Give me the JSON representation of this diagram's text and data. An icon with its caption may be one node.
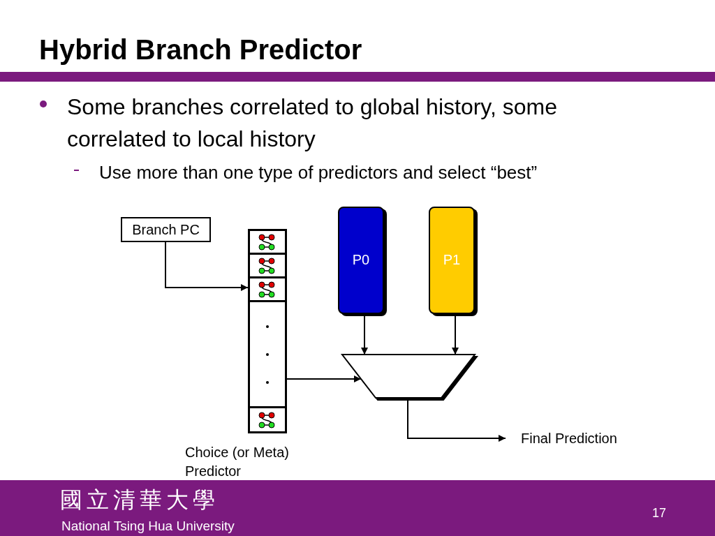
{
  "diagram": {
    "title": "Hybrid Branch Predictor",
    "nodes": [
      {
        "text": [
          "Branch PC"
        ]
      },
      {
        "text": [],
        "shape": "box",
        "beside": [
          "Choice (or Meta) Predictor"
        ]
      },
      {
        "text": [
          "P0"
        ]
      },
      {
        "text": [
          "P1"
        ]
      },
      {
        "text": [],
        "shape": "trapezoid"
      },
      {
        "text": [
          "Final Prediction"
        ]
      }
    ],
    "edges": [
      {
        "from": 0,
        "to": 1,
        "arrow": "to"
      },
      {
        "from": 1,
        "to": 4,
        "arrow": "to"
      },
      {
        "from": 2,
        "to": 4,
        "arrow": "to"
      },
      {
        "from": 3,
        "to": 4,
        "arrow": "to"
      },
      {
        "from": 4,
        "to": 5,
        "arrow": "to"
      }
    ],
    "labels": [
      "Some branches correlated to global history, some correlated to local history",
      "Use more than one type of predictors and select “best”",
      "國立清華大學",
      "National Tsing Hua University",
      "17"
    ]
  }
}
